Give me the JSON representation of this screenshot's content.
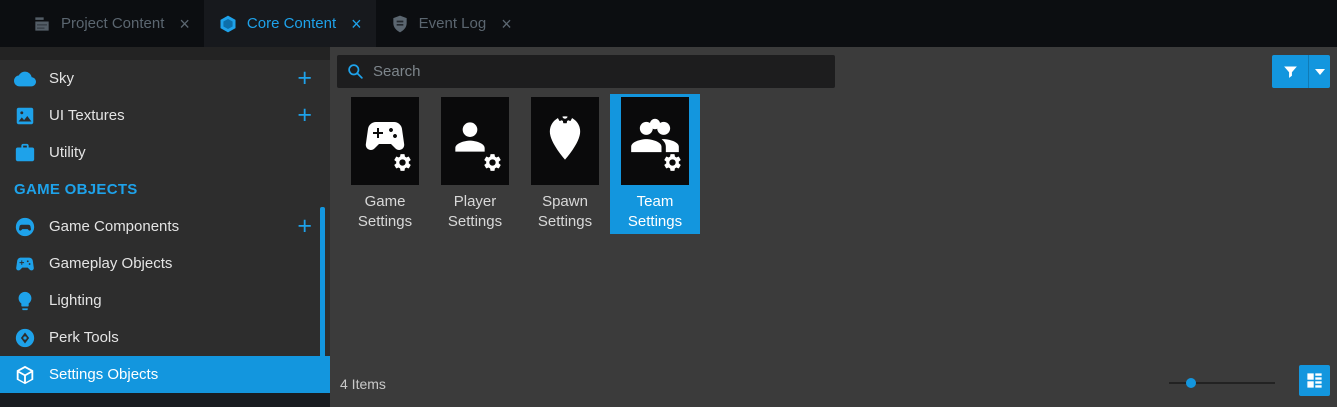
{
  "ui": {
    "plus": "+",
    "close": "×"
  },
  "tabs": [
    {
      "label": "Project Content",
      "active": false
    },
    {
      "label": "Core Content",
      "active": true
    },
    {
      "label": "Event Log",
      "active": false
    }
  ],
  "sidebar": {
    "items": [
      {
        "label": "Sky",
        "icon": "cloud-icon",
        "has_add": true
      },
      {
        "label": "UI Textures",
        "icon": "image-icon",
        "has_add": true
      },
      {
        "label": "Utility",
        "icon": "briefcase-icon",
        "has_add": false
      },
      {
        "label": "GAME OBJECTS",
        "type": "section-header"
      },
      {
        "label": "Game Components",
        "icon": "component-badge-icon",
        "has_add": true
      },
      {
        "label": "Gameplay Objects",
        "icon": "gamepad-icon",
        "has_add": false
      },
      {
        "label": "Lighting",
        "icon": "lightbulb-icon",
        "has_add": false
      },
      {
        "label": "Perk Tools",
        "icon": "perk-badge-icon",
        "has_add": false
      },
      {
        "label": "Settings Objects",
        "icon": "cube-icon",
        "selected": true
      }
    ]
  },
  "search": {
    "placeholder": "Search"
  },
  "grid": {
    "items": [
      {
        "label": "Game Settings",
        "icon": "gamepad-gear-icon",
        "selected": false
      },
      {
        "label": "Player Settings",
        "icon": "player-gear-icon",
        "selected": false
      },
      {
        "label": "Spawn Settings",
        "icon": "spawn-pin-gear-icon",
        "selected": false
      },
      {
        "label": "Team Settings",
        "icon": "team-gear-icon",
        "selected": true
      }
    ]
  },
  "status": {
    "count": "4 Items"
  },
  "colors": {
    "accent": "#1396de",
    "selection": "#1396de",
    "tab_bar": "#0c0e11",
    "sidebar_bg": "#2d2d2d",
    "main_bg": "#3b3b3b"
  }
}
